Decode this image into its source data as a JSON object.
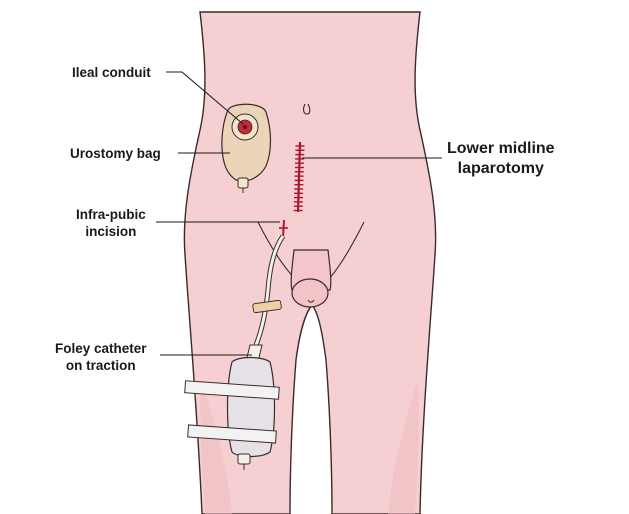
{
  "labels": {
    "ileal_conduit": "Ileal conduit",
    "urostomy_bag": "Urostomy bag",
    "infra_pubic": [
      "Infra-pubic",
      "incision"
    ],
    "foley": [
      "Foley catheter",
      "on traction"
    ],
    "laparotomy": [
      "Lower midline",
      "laparotomy"
    ]
  },
  "colors": {
    "skin": "#f6cfd3",
    "skin_shadow": "#efbcc2",
    "outline": "#3a2a2a",
    "incision": "#b0142a",
    "bag": "#ead5b8",
    "stoma": "#c4283a",
    "strap": "#f2f2f2",
    "catheter_tape": "#f1cfa6"
  }
}
